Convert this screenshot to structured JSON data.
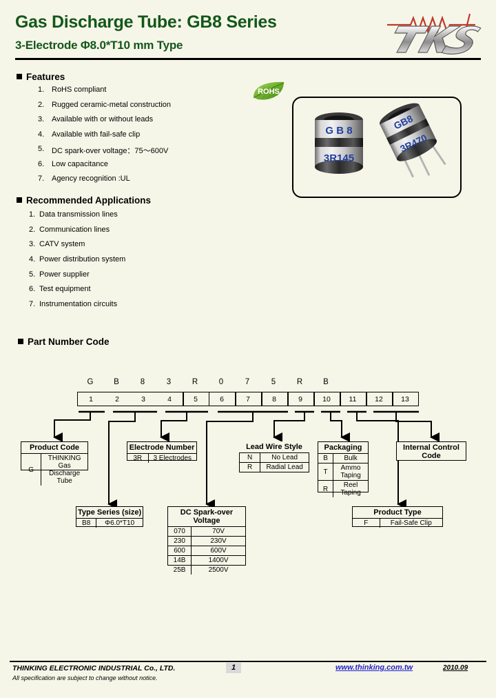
{
  "header": {
    "title": "Gas Discharge Tube: GB8 Series",
    "subtitle": "3-Electrode Φ8.0*T10 mm Type",
    "logo_text": "TKS",
    "title_color": "#13571a",
    "logo_accent_color": "#c0392b"
  },
  "features": {
    "heading": "Features",
    "items": [
      {
        "num": "1.",
        "text": "RoHS compliant"
      },
      {
        "num": "2.",
        "text": "Rugged ceramic-metal construction"
      },
      {
        "num": "3.",
        "text": "Available with or without leads"
      },
      {
        "num": "4.",
        "text": "Available with fail-safe clip"
      },
      {
        "num": "5.",
        "text": "DC spark-over voltage：75～600V"
      },
      {
        "num": "6.",
        "text": "Low capacitance"
      },
      {
        "num": "7.",
        "text": "Agency recognition :UL"
      }
    ]
  },
  "applications": {
    "heading": "Recommended Applications",
    "items": [
      {
        "num": "1.",
        "text": "Data transmission lines"
      },
      {
        "num": "2.",
        "text": "Communication lines"
      },
      {
        "num": "3.",
        "text": "CATV system"
      },
      {
        "num": "4.",
        "text": "Power distribution system"
      },
      {
        "num": "5.",
        "text": "Power supplier"
      },
      {
        "num": "6.",
        "text": "Test equipment"
      },
      {
        "num": "7.",
        "text": "Instrumentation circuits"
      }
    ]
  },
  "rohs_badge": {
    "label": "ROHS",
    "color": "#7ab648"
  },
  "product_photo": {
    "tube_a_line1": "G B 8",
    "tube_a_line2": "3R145",
    "tube_b_line1": "GB8",
    "tube_b_line2": "3R470",
    "marking_color": "#1f3f9e"
  },
  "part_number_code": {
    "heading": "Part Number Code",
    "example_letters": [
      "G",
      "B",
      "8",
      "3",
      "R",
      "0",
      "7",
      "5",
      "R",
      "B"
    ],
    "cell_numbers": [
      "1",
      "2",
      "3",
      "4",
      "5",
      "6",
      "7",
      "8",
      "9",
      "10",
      "11",
      "12",
      "13"
    ],
    "boxes": {
      "product_code": {
        "title": "Product Code",
        "rows": [
          {
            "k": "G",
            "v": "THINKING Gas Discharge Tube"
          }
        ]
      },
      "electrode_number": {
        "title": "Electrode Number",
        "rows": [
          {
            "k": "3R",
            "v": "3 Electrodes"
          }
        ]
      },
      "lead_wire_style": {
        "title": "Lead Wire Style",
        "rows": [
          {
            "k": "N",
            "v": "No Lead"
          },
          {
            "k": "R",
            "v": "Radial Lead"
          }
        ]
      },
      "packaging": {
        "title": "Packaging",
        "rows": [
          {
            "k": "B",
            "v": "Bulk"
          },
          {
            "k": "T",
            "v": "Ammo Taping"
          },
          {
            "k": "R",
            "v": "Reel Taping"
          }
        ]
      },
      "internal_control_code": {
        "title": "Internal Control Code"
      },
      "type_series": {
        "title": "Type Series (size)",
        "rows": [
          {
            "k": "B8",
            "v": "Φ6.0*T10"
          }
        ]
      },
      "dc_spark_over_voltage": {
        "title": "DC Spark-over Voltage",
        "rows": [
          {
            "k": "070",
            "v": "70V"
          },
          {
            "k": "230",
            "v": "230V"
          },
          {
            "k": "600",
            "v": "600V"
          },
          {
            "k": "14B",
            "v": "1400V"
          },
          {
            "k": "25B",
            "v": "2500V"
          }
        ]
      },
      "product_type": {
        "title": "Product Type",
        "rows": [
          {
            "k": "F",
            "v": "Fail-Safe Clip"
          }
        ]
      }
    }
  },
  "footer": {
    "company": "THINKING ELECTRONIC INDUSTRIAL Co., LTD.",
    "note": "All specification are subject to change without notice.",
    "page": "1",
    "url": "www.thinking.com.tw",
    "date": "2010.09",
    "url_color": "#2222cc"
  }
}
